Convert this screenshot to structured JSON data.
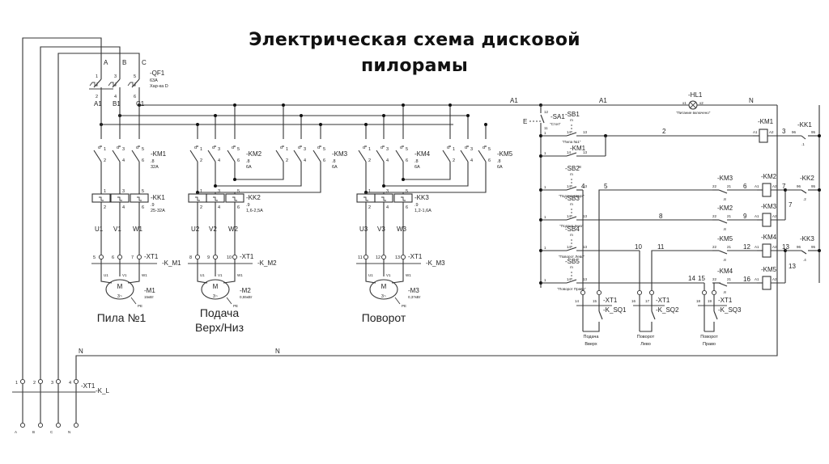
{
  "title_line1": "Электрическая схема дисковой",
  "title_line2": "пилорамы",
  "power_section": {
    "phases_in": [
      "A",
      "B",
      "C"
    ],
    "phases_out": [
      "A1",
      "B1",
      "C1"
    ],
    "breaker": {
      "name": "-QF1",
      "rating": "63A",
      "type": "Хар-ка D",
      "pins": [
        "1",
        "2",
        "3",
        "4",
        "5",
        "6"
      ]
    },
    "contactors": [
      {
        "name": "-KM1",
        "aux": ".8",
        "rating": "32A"
      },
      {
        "name": "-KM2",
        "aux": ".8",
        "rating": "6A"
      },
      {
        "name": "-KM3",
        "aux": ".8",
        "rating": "6A"
      },
      {
        "name": "-KM4",
        "aux": ".8",
        "rating": "6A"
      },
      {
        "name": "-KM5",
        "aux": ".8",
        "rating": "6A"
      }
    ],
    "overloads": [
      {
        "name": "-KK1",
        "aux": ".9",
        "range": "25-32A"
      },
      {
        "name": "-KK2",
        "aux": ".9",
        "range": "1,6-2,5A"
      },
      {
        "name": "-KK3",
        "aux": ".9",
        "range": "1,2-1,6A"
      }
    ],
    "motors": [
      {
        "name": "-M1",
        "power": "15кВт",
        "cable": "-K_M1",
        "terminals": [
          "5",
          "6",
          "7"
        ],
        "phases": [
          "U1",
          "V1",
          "W1"
        ],
        "label": "Пила №1"
      },
      {
        "name": "-M2",
        "power": "0,55кВт",
        "cable": "-K_M2",
        "terminals": [
          "8",
          "9",
          "10"
        ],
        "phases": [
          "U2",
          "V2",
          "W2"
        ],
        "label": "Подача Верх/Низ"
      },
      {
        "name": "-M3",
        "power": "0,37кВт",
        "cable": "-K_M3",
        "terminals": [
          "11",
          "12",
          "13"
        ],
        "phases": [
          "U3",
          "V3",
          "W3"
        ],
        "label": "Поворот"
      }
    ],
    "motor_symbol": "M",
    "motor_type": "3~",
    "motor_pins": [
      "U1",
      "V1",
      "W1"
    ],
    "pe": "PE",
    "terminal_block": "-XT1",
    "supply_cable": "-K_L",
    "supply_terminals": [
      "1",
      "2",
      "3",
      "4"
    ],
    "supply_bottom": [
      "A",
      "B",
      "C",
      "N"
    ],
    "neutral": "N"
  },
  "control_section": {
    "bus_labels": [
      "A1",
      "A1",
      "N"
    ],
    "lamp": {
      "name": "-HL1",
      "pins": [
        "x1",
        "x2"
      ],
      "caption": "\"Питание включено\""
    },
    "stop": {
      "name": "-SA1",
      "caption": "\"Стоп\"",
      "pins": [
        "12",
        "11"
      ],
      "e": "E"
    },
    "buttons": [
      {
        "name": "-SB1",
        "caption": "\"Пила №1\"",
        "pins": [
          "1",
          "14",
          "13"
        ]
      },
      {
        "name": "-SB2",
        "caption": "\"Подача вверх\"",
        "pins": [
          "1",
          "14",
          "13"
        ]
      },
      {
        "name": "-SB3",
        "caption": "\"Подача вниз\"",
        "pins": [
          "1",
          "14",
          "13"
        ]
      },
      {
        "name": "-SB4",
        "caption": "\"Поворот Лево\"",
        "pins": [
          "1",
          "14",
          "13"
        ]
      },
      {
        "name": "-SB5",
        "caption": "\"Поворот Право\"",
        "pins": [
          "1",
          "14",
          "13"
        ]
      }
    ],
    "selfhold": {
      "name": "-KM1",
      "aux": ".8",
      "pins": [
        "1",
        "14",
        "13"
      ]
    },
    "coils": [
      {
        "name": "-KM1",
        "pins": [
          "A1",
          "A2"
        ]
      },
      {
        "name": "-KM2",
        "pins": [
          "A1",
          "A2"
        ]
      },
      {
        "name": "-KM3",
        "pins": [
          "A1",
          "A2"
        ]
      },
      {
        "name": "-KM4",
        "pins": [
          "A1",
          "A2"
        ]
      },
      {
        "name": "-KM5",
        "pins": [
          "A1",
          "A2"
        ]
      }
    ],
    "interlocks": [
      {
        "name": "-KM3",
        "aux": ".8",
        "pins": [
          "22",
          "21"
        ]
      },
      {
        "name": "-KM2",
        "aux": ".8",
        "pins": [
          "22",
          "21"
        ]
      },
      {
        "name": "-KM5",
        "aux": ".8",
        "pins": [
          "22",
          "21"
        ]
      },
      {
        "name": "-KM4",
        "aux": ".8",
        "pins": [
          "22",
          "21"
        ]
      }
    ],
    "overload_contacts": [
      {
        "name": "-KK1",
        "aux": ".1",
        "pins": [
          "96",
          "95"
        ]
      },
      {
        "name": "-KK2",
        "aux": ".2",
        "pins": [
          "96",
          "95"
        ]
      },
      {
        "name": "-KK3",
        "aux": ".4",
        "pins": [
          "96",
          "95"
        ]
      }
    ],
    "wire_numbers": [
      "2",
      "3",
      "4",
      "5",
      "6",
      "7",
      "7",
      "8",
      "9",
      "10",
      "11",
      "12",
      "13",
      "13",
      "14",
      "15",
      "16"
    ],
    "limit_switches": [
      {
        "cable": "-K_SQ1",
        "terminals": [
          "14",
          "15"
        ],
        "caption1": "Подача",
        "caption2": "Вверх"
      },
      {
        "cable": "-K_SQ2",
        "terminals": [
          "16",
          "17"
        ],
        "caption1": "Поворот",
        "caption2": "Лево"
      },
      {
        "cable": "-K_SQ3",
        "terminals": [
          "18",
          "19"
        ],
        "caption1": "Поворот",
        "caption2": "Право"
      }
    ]
  }
}
